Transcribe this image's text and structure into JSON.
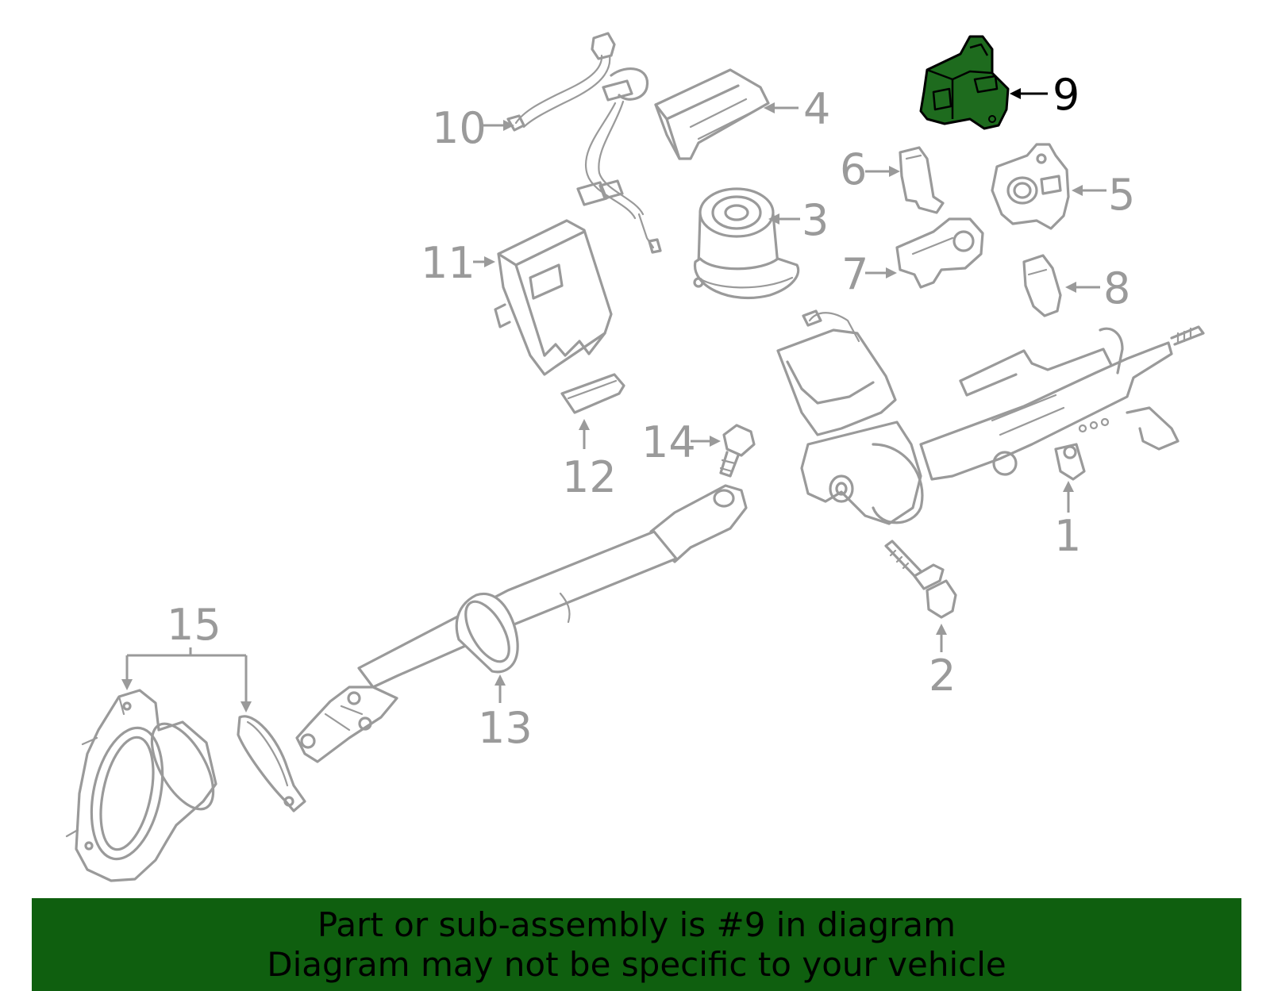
{
  "callouts": {
    "c1": "1",
    "c2": "2",
    "c3": "3",
    "c4": "4",
    "c5": "5",
    "c6": "6",
    "c7": "7",
    "c8": "8",
    "c9": "9",
    "c10": "10",
    "c11": "11",
    "c12": "12",
    "c13": "13",
    "c14": "14",
    "c15": "15"
  },
  "highlight": {
    "part_number": "9",
    "color": "#1e6b1e"
  },
  "colors": {
    "line": "#9a9a9a",
    "banner": "#0f5f0f",
    "text": "#000000"
  },
  "banner": {
    "line1": "Part or sub-assembly is #9 in diagram",
    "line2": "Diagram may not be specific to your vehicle"
  }
}
